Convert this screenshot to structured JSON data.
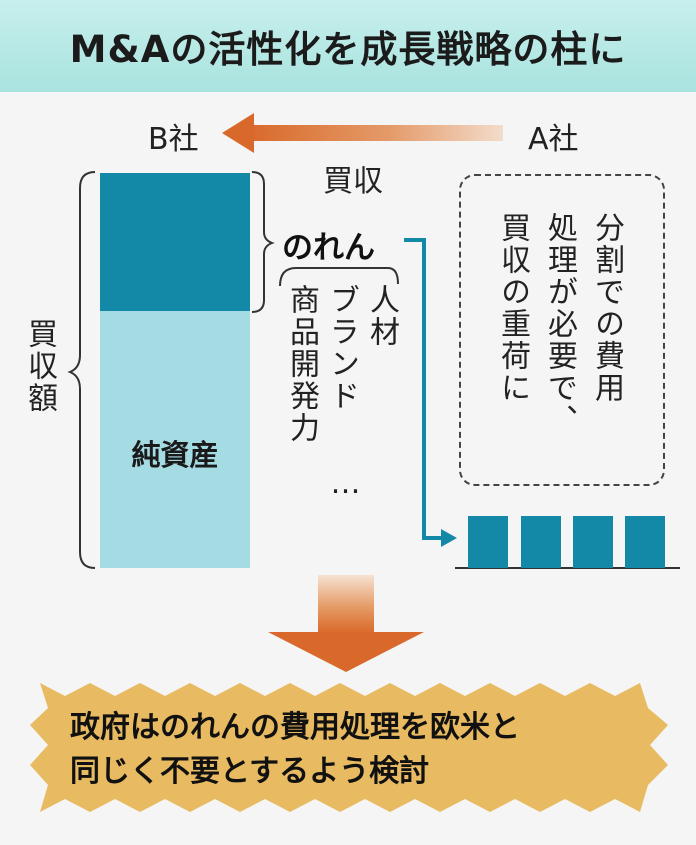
{
  "title": "M&Aの活性化を成長戦略の柱に",
  "company_b": "B社",
  "company_a": "A社",
  "acquisition": "買収",
  "acquisition_amount": "買収額",
  "net_assets": "純資産",
  "goodwill": "のれん",
  "goodwill_items": [
    "人材",
    "ブランド",
    "商品開発力",
    "…"
  ],
  "dashed_note": [
    "分割での費用",
    "処理が必要で、",
    "買収の重荷に"
  ],
  "conclusion": [
    "政府はのれんの費用処理を欧米と",
    "同じく不要とするよう検討"
  ],
  "colors": {
    "header": "#a9e3df",
    "bar_dark": "#1489a7",
    "bar_light": "#a5dbe3",
    "arrow_orange": "#d9692a",
    "burst": "#e8bb62"
  }
}
